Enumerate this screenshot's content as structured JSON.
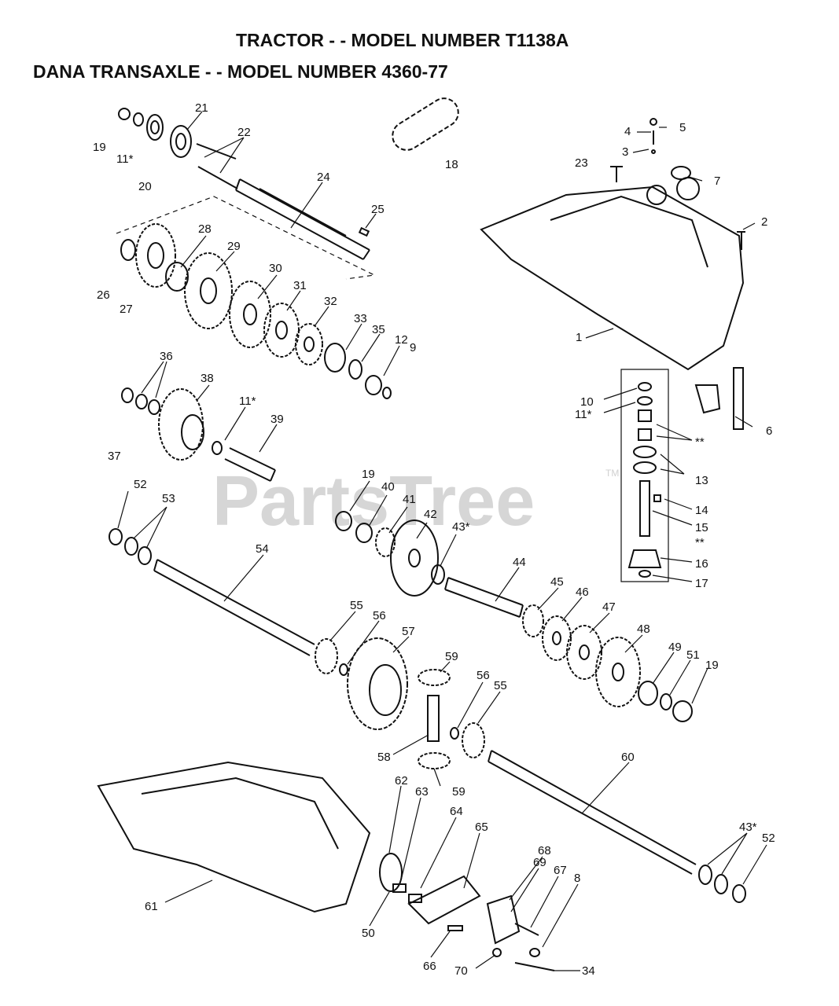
{
  "title_line1": "TRACTOR - - MODEL NUMBER  T1138A",
  "title_line2": "DANA TRANSAXLE - - MODEL NUMBER 4360-77",
  "watermark": "PartsTree",
  "watermark_tm": "TM",
  "callouts": [
    {
      "id": "c19a",
      "text": "19"
    },
    {
      "id": "c11a",
      "text": "11*"
    },
    {
      "id": "c20",
      "text": "20"
    },
    {
      "id": "c21",
      "text": "21"
    },
    {
      "id": "c22",
      "text": "22"
    },
    {
      "id": "c24",
      "text": "24"
    },
    {
      "id": "c25",
      "text": "25"
    },
    {
      "id": "c18",
      "text": "18"
    },
    {
      "id": "c4",
      "text": "4"
    },
    {
      "id": "c5",
      "text": "5"
    },
    {
      "id": "c3",
      "text": "3"
    },
    {
      "id": "c23",
      "text": "23"
    },
    {
      "id": "c7",
      "text": "7"
    },
    {
      "id": "c2",
      "text": "2"
    },
    {
      "id": "c1",
      "text": "1"
    },
    {
      "id": "c26",
      "text": "26"
    },
    {
      "id": "c27",
      "text": "27"
    },
    {
      "id": "c28",
      "text": "28"
    },
    {
      "id": "c29",
      "text": "29"
    },
    {
      "id": "c30",
      "text": "30"
    },
    {
      "id": "c31",
      "text": "31"
    },
    {
      "id": "c32",
      "text": "32"
    },
    {
      "id": "c33",
      "text": "33"
    },
    {
      "id": "c35",
      "text": "35"
    },
    {
      "id": "c12",
      "text": "12"
    },
    {
      "id": "c9",
      "text": "9"
    },
    {
      "id": "c36",
      "text": "36"
    },
    {
      "id": "c38",
      "text": "38"
    },
    {
      "id": "c37",
      "text": "37"
    },
    {
      "id": "c11b",
      "text": "11*"
    },
    {
      "id": "c39",
      "text": "39"
    },
    {
      "id": "c10",
      "text": "10"
    },
    {
      "id": "c11c",
      "text": "11*"
    },
    {
      "id": "c6",
      "text": "6"
    },
    {
      "id": "cstar1",
      "text": "**"
    },
    {
      "id": "c13",
      "text": "13"
    },
    {
      "id": "c14",
      "text": "14"
    },
    {
      "id": "c15",
      "text": "15"
    },
    {
      "id": "cstar2",
      "text": "**"
    },
    {
      "id": "c16",
      "text": "16"
    },
    {
      "id": "c17",
      "text": "17"
    },
    {
      "id": "c52a",
      "text": "52"
    },
    {
      "id": "c53",
      "text": "53"
    },
    {
      "id": "c19b",
      "text": "19"
    },
    {
      "id": "c40",
      "text": "40"
    },
    {
      "id": "c41",
      "text": "41"
    },
    {
      "id": "c42",
      "text": "42"
    },
    {
      "id": "c43a",
      "text": "43*"
    },
    {
      "id": "c54",
      "text": "54"
    },
    {
      "id": "c44",
      "text": "44"
    },
    {
      "id": "c45",
      "text": "45"
    },
    {
      "id": "c46",
      "text": "46"
    },
    {
      "id": "c47",
      "text": "47"
    },
    {
      "id": "c48",
      "text": "48"
    },
    {
      "id": "c49",
      "text": "49"
    },
    {
      "id": "c51",
      "text": "51"
    },
    {
      "id": "c19c",
      "text": "19"
    },
    {
      "id": "c55a",
      "text": "55"
    },
    {
      "id": "c56a",
      "text": "56"
    },
    {
      "id": "c57",
      "text": "57"
    },
    {
      "id": "c59a",
      "text": "59"
    },
    {
      "id": "c56b",
      "text": "56"
    },
    {
      "id": "c55b",
      "text": "55"
    },
    {
      "id": "c58",
      "text": "58"
    },
    {
      "id": "c59b",
      "text": "59"
    },
    {
      "id": "c60",
      "text": "60"
    },
    {
      "id": "c62",
      "text": "62"
    },
    {
      "id": "c63",
      "text": "63"
    },
    {
      "id": "c64",
      "text": "64"
    },
    {
      "id": "c65",
      "text": "65"
    },
    {
      "id": "c68",
      "text": "68"
    },
    {
      "id": "c69",
      "text": "69"
    },
    {
      "id": "c67",
      "text": "67"
    },
    {
      "id": "c8",
      "text": "8"
    },
    {
      "id": "c43b",
      "text": "43*"
    },
    {
      "id": "c52b",
      "text": "52"
    },
    {
      "id": "c61",
      "text": "61"
    },
    {
      "id": "c50",
      "text": "50"
    },
    {
      "id": "c66",
      "text": "66"
    },
    {
      "id": "c70",
      "text": "70"
    },
    {
      "id": "c34",
      "text": "34"
    }
  ]
}
